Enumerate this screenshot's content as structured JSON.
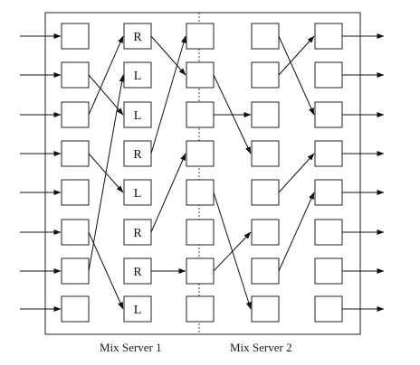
{
  "servers": [
    {
      "label": "Mix Server 1"
    },
    {
      "label": "Mix Server 2"
    }
  ],
  "columns": [
    {
      "cells": [
        "",
        "",
        "",
        "",
        "",
        "",
        "",
        ""
      ]
    },
    {
      "cells": [
        "R",
        "L",
        "L",
        "R",
        "L",
        "R",
        "R",
        "L"
      ]
    },
    {
      "cells": [
        "",
        "",
        "",
        "",
        "",
        "",
        "",
        ""
      ]
    },
    {
      "cells": [
        "",
        "",
        "",
        "",
        "",
        "",
        "",
        ""
      ]
    },
    {
      "cells": [
        "",
        "",
        "",
        "",
        "",
        "",
        "",
        ""
      ]
    }
  ],
  "connections": [
    {
      "stage": 0,
      "from": 1,
      "to": 2
    },
    {
      "stage": 0,
      "from": 2,
      "to": 0
    },
    {
      "stage": 0,
      "from": 3,
      "to": 4
    },
    {
      "stage": 0,
      "from": 5,
      "to": 7
    },
    {
      "stage": 0,
      "from": 6,
      "to": 1
    },
    {
      "stage": 1,
      "from": 0,
      "to": 1
    },
    {
      "stage": 1,
      "from": 3,
      "to": 0
    },
    {
      "stage": 1,
      "from": 5,
      "to": 3
    },
    {
      "stage": 1,
      "from": 6,
      "to": 6
    },
    {
      "stage": 2,
      "from": 1,
      "to": 3
    },
    {
      "stage": 2,
      "from": 2,
      "to": 2
    },
    {
      "stage": 2,
      "from": 4,
      "to": 7
    },
    {
      "stage": 2,
      "from": 6,
      "to": 5
    },
    {
      "stage": 3,
      "from": 0,
      "to": 2
    },
    {
      "stage": 3,
      "from": 1,
      "to": 0
    },
    {
      "stage": 3,
      "from": 4,
      "to": 3
    },
    {
      "stage": 3,
      "from": 6,
      "to": 4
    }
  ]
}
